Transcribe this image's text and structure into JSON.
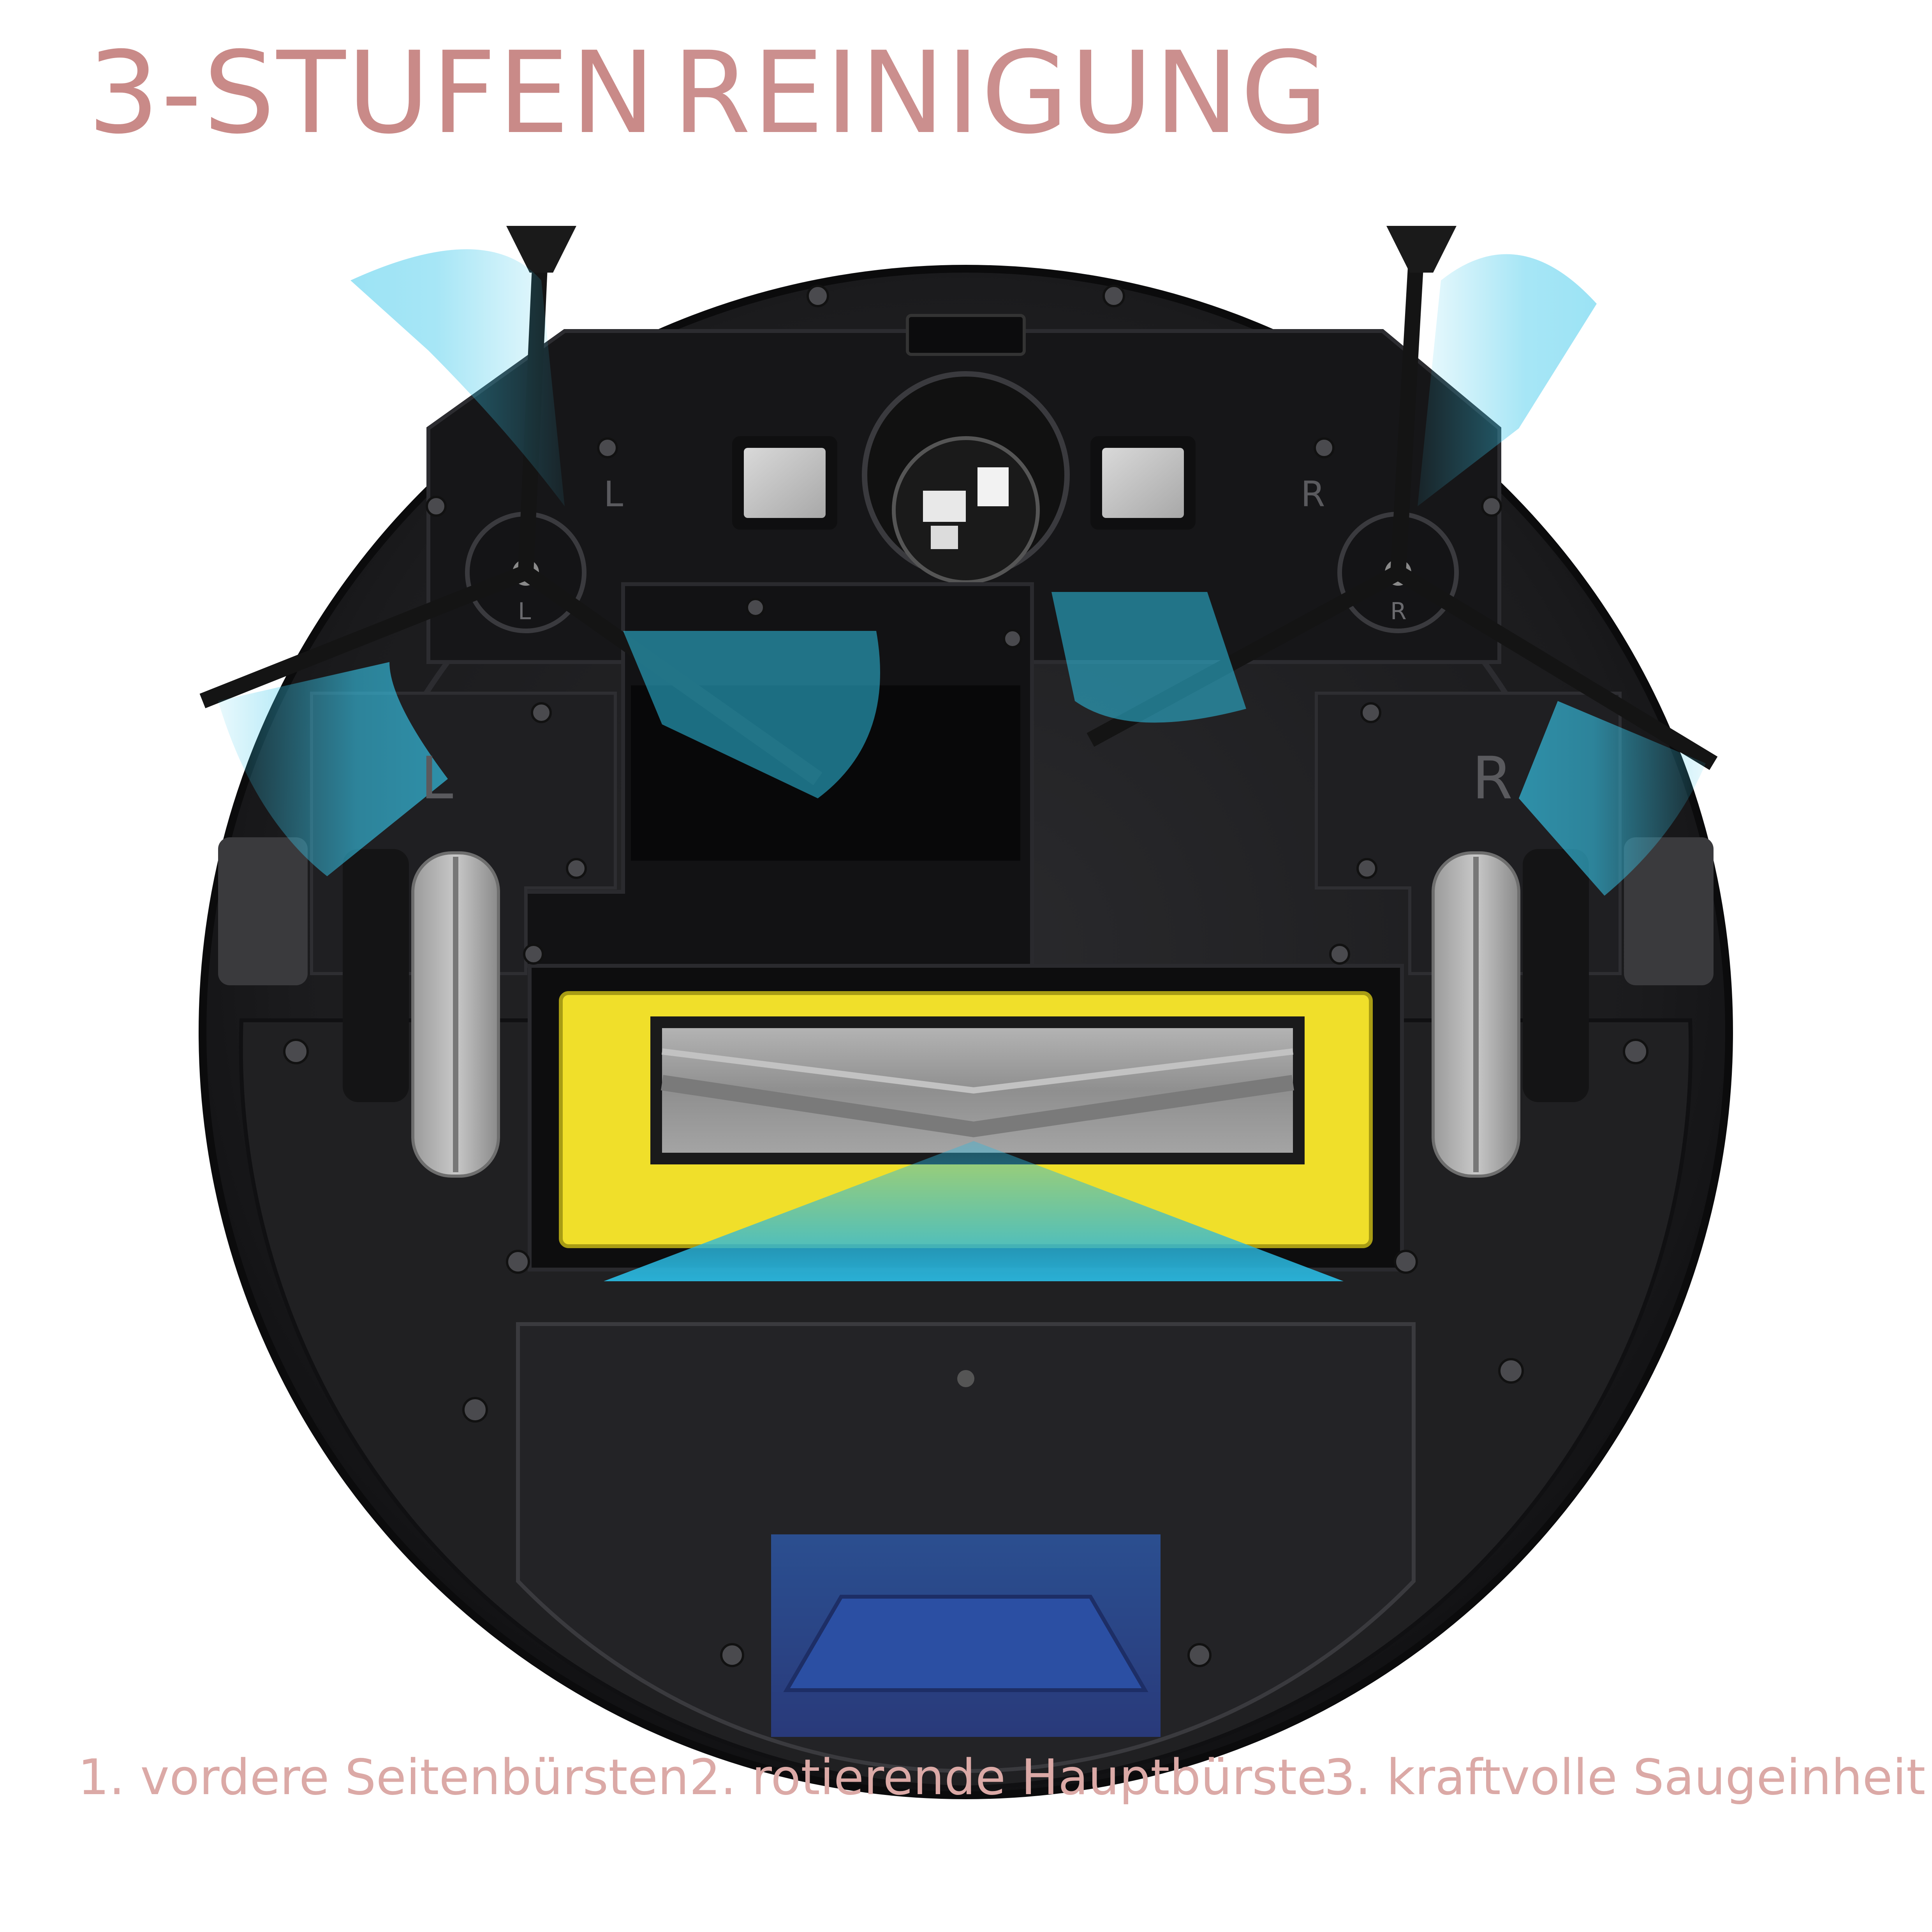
{
  "headline": {
    "part_bold": "3-STUFEN",
    "part_light": "REINIGUNG"
  },
  "captions": [
    "1. vordere Seitenbürsten",
    "2. rotierende Hauptbürste",
    "3. kraftvolle Saugeinheit"
  ],
  "robot_labels": {
    "left_small": "L",
    "right_small": "R",
    "left_large": "L",
    "right_large": "R",
    "left_hub": "L",
    "right_hub": "R"
  },
  "colors": {
    "headline": "#c98a88",
    "caption": "#dba9a6",
    "body": "#1c1c1e",
    "brush_frame": "#f2e12c",
    "air_flow": "#23b4d8",
    "dust_bin_highlight": "#2d4fa6"
  }
}
